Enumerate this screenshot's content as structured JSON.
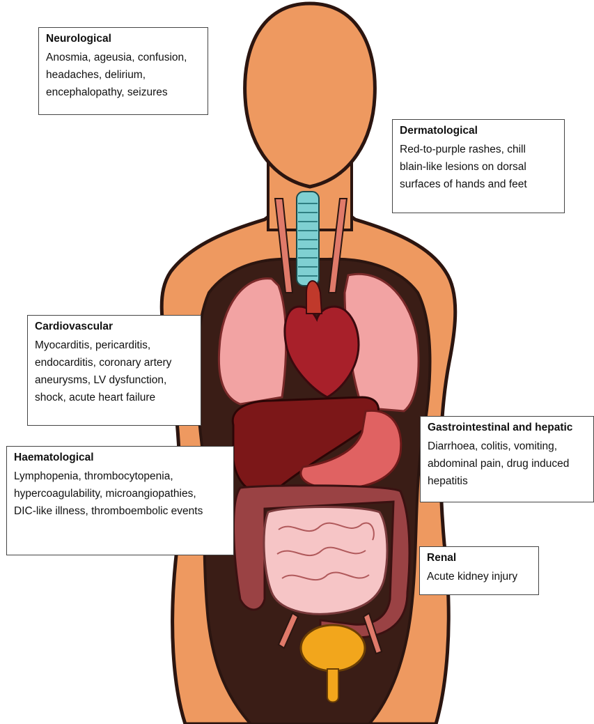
{
  "boxes": {
    "neurological": {
      "title": "Neurological",
      "lines": [
        "Anosmia, ageusia, confusion,",
        "headaches, delirium,",
        "encephalopathy, seizures"
      ]
    },
    "dermatological": {
      "title": "Dermatological",
      "lines": [
        "Red-to-purple rashes, chill",
        "blain-like lesions on dorsal",
        "surfaces of hands and feet"
      ]
    },
    "cardiovascular": {
      "title": "Cardiovascular",
      "lines": [
        "Myocarditis, pericarditis,",
        "endocarditis, coronary artery",
        "aneurysms, LV dysfunction,",
        "shock, acute heart failure"
      ]
    },
    "gastrointestinal": {
      "title": "Gastrointestinal and hepatic",
      "lines": [
        "Diarrhoea, colitis, vomiting,",
        "abdominal pain, drug induced",
        "hepatitis"
      ]
    },
    "haematological": {
      "title": "Haematological",
      "lines": [
        "Lymphopenia, thrombocytopenia,",
        "hypercoagulability, microangiopathies,",
        "DIC-like illness, thromboembolic events"
      ]
    },
    "renal": {
      "title": "Renal",
      "lines": [
        "Acute kidney injury"
      ]
    }
  },
  "colors": {
    "skin": "#ee9960",
    "outline": "#2b1510",
    "cavity": "#3a1d16",
    "lung": "#f2a3a3",
    "heart": "#a8202a",
    "liver": "#7c1718",
    "stomach": "#e06262",
    "colon": "#9a4244",
    "small_intestine": "#f6c5c6",
    "bladder": "#f2a61c",
    "trachea": "#7fd0d2"
  },
  "icons": [
    "human-torso-illustration"
  ]
}
